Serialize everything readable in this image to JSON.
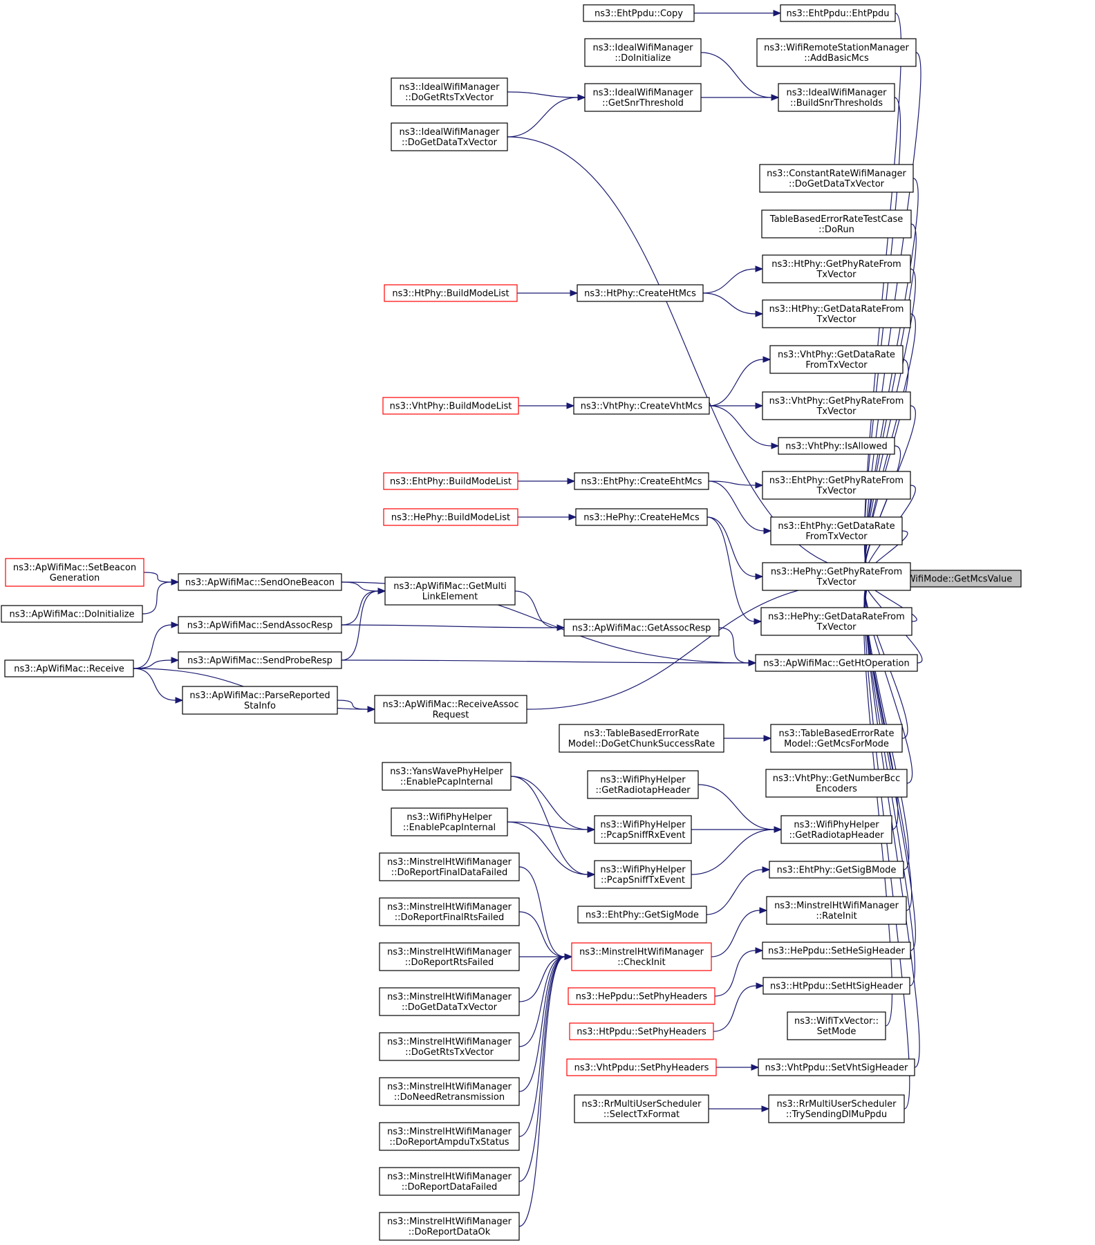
{
  "diagram": {
    "edge_color": "#191970",
    "root_fill": "#bfbfbf",
    "red_border": "#ff0000",
    "nodes": [
      {
        "id": "root",
        "lines": [
          "ns3::WifiMode::GetMcsValue"
        ],
        "style": "root"
      },
      {
        "id": "ehtppdu",
        "lines": [
          "ns3::EhtPpdu::EhtPpdu"
        ]
      },
      {
        "id": "ehtcopy",
        "lines": [
          "ns3::EhtPpdu::Copy"
        ]
      },
      {
        "id": "addbasic",
        "lines": [
          "ns3::WifiRemoteStationManager",
          "::AddBasicMcs"
        ]
      },
      {
        "id": "idoinit",
        "lines": [
          "ns3::IdealWifiManager",
          "::DoInitialize"
        ]
      },
      {
        "id": "ibuild",
        "lines": [
          "ns3::IdealWifiManager",
          "::BuildSnrThresholds"
        ]
      },
      {
        "id": "isnr",
        "lines": [
          "ns3::IdealWifiManager",
          "::GetSnrThreshold"
        ]
      },
      {
        "id": "irts",
        "lines": [
          "ns3::IdealWifiManager",
          "::DoGetRtsTxVector"
        ]
      },
      {
        "id": "idata",
        "lines": [
          "ns3::IdealWifiManager",
          "::DoGetDataTxVector"
        ]
      },
      {
        "id": "crdata",
        "lines": [
          "ns3::ConstantRateWifiManager",
          "::DoGetDataTxVector"
        ]
      },
      {
        "id": "tberun",
        "lines": [
          "TableBasedErrorRateTestCase",
          "::DoRun"
        ]
      },
      {
        "id": "htphyrate",
        "lines": [
          "ns3::HtPhy::GetPhyRateFrom",
          "TxVector"
        ]
      },
      {
        "id": "htcreate",
        "lines": [
          "ns3::HtPhy::CreateHtMcs"
        ]
      },
      {
        "id": "htbuild",
        "lines": [
          "ns3::HtPhy::BuildModeList"
        ],
        "style": "red"
      },
      {
        "id": "htdatarate",
        "lines": [
          "ns3::HtPhy::GetDataRateFrom",
          "TxVector"
        ]
      },
      {
        "id": "vhtdatarate",
        "lines": [
          "ns3::VhtPhy::GetDataRate",
          "FromTxVector"
        ]
      },
      {
        "id": "vhtcreate",
        "lines": [
          "ns3::VhtPhy::CreateVhtMcs"
        ]
      },
      {
        "id": "vhtbuild",
        "lines": [
          "ns3::VhtPhy::BuildModeList"
        ],
        "style": "red"
      },
      {
        "id": "vhtphyrate",
        "lines": [
          "ns3::VhtPhy::GetPhyRateFrom",
          "TxVector"
        ]
      },
      {
        "id": "vhtallowed",
        "lines": [
          "ns3::VhtPhy::IsAllowed"
        ]
      },
      {
        "id": "ehtbuild",
        "lines": [
          "ns3::EhtPhy::BuildModeList"
        ],
        "style": "red"
      },
      {
        "id": "ehtcreate",
        "lines": [
          "ns3::EhtPhy::CreateEhtMcs"
        ]
      },
      {
        "id": "ehtphyrate",
        "lines": [
          "ns3::EhtPhy::GetPhyRateFrom",
          "TxVector"
        ]
      },
      {
        "id": "hebuild",
        "lines": [
          "ns3::HePhy::BuildModeList"
        ],
        "style": "red"
      },
      {
        "id": "hecreate",
        "lines": [
          "ns3::HePhy::CreateHeMcs"
        ]
      },
      {
        "id": "ehtdatarate",
        "lines": [
          "ns3::EhtPhy::GetDataRate",
          "FromTxVector"
        ]
      },
      {
        "id": "hephyrate",
        "lines": [
          "ns3::HePhy::GetPhyRateFrom",
          "TxVector"
        ]
      },
      {
        "id": "hedatarate",
        "lines": [
          "ns3::HePhy::GetDataRateFrom",
          "TxVector"
        ]
      },
      {
        "id": "setbeacon",
        "lines": [
          "ns3::ApWifiMac::SetBeacon",
          "Generation"
        ],
        "style": "red"
      },
      {
        "id": "sendone",
        "lines": [
          "ns3::ApWifiMac::SendOneBeacon"
        ]
      },
      {
        "id": "apdoinit",
        "lines": [
          "ns3::ApWifiMac::DoInitialize"
        ]
      },
      {
        "id": "multilink",
        "lines": [
          "ns3::ApWifiMac::GetMulti",
          "LinkElement"
        ]
      },
      {
        "id": "sendassoc",
        "lines": [
          "ns3::ApWifiMac::SendAssocResp"
        ]
      },
      {
        "id": "getassoc",
        "lines": [
          "ns3::ApWifiMac::GetAssocResp"
        ]
      },
      {
        "id": "receive",
        "lines": [
          "ns3::ApWifiMac::Receive"
        ]
      },
      {
        "id": "sendprobe",
        "lines": [
          "ns3::ApWifiMac::SendProbeResp"
        ]
      },
      {
        "id": "htop",
        "lines": [
          "ns3::ApWifiMac::GetHtOperation"
        ]
      },
      {
        "id": "parse",
        "lines": [
          "ns3::ApWifiMac::ParseReported",
          "StaInfo"
        ]
      },
      {
        "id": "recvassoc",
        "lines": [
          "ns3::ApWifiMac::ReceiveAssoc",
          "Request"
        ]
      },
      {
        "id": "tbchunk",
        "lines": [
          "ns3::TableBasedErrorRate",
          "Model::DoGetChunkSuccessRate"
        ]
      },
      {
        "id": "tbmcs",
        "lines": [
          "ns3::TableBasedErrorRate",
          "Model::GetMcsForMode"
        ]
      },
      {
        "id": "yans",
        "lines": [
          "ns3::YansWavePhyHelper",
          "::EnablePcapInternal"
        ]
      },
      {
        "id": "wphradio1",
        "lines": [
          "ns3::WifiPhyHelper",
          "::GetRadiotapHeader"
        ]
      },
      {
        "id": "vhtbcc",
        "lines": [
          "ns3::VhtPhy::GetNumberBcc",
          "Encoders"
        ]
      },
      {
        "id": "wphpcap",
        "lines": [
          "ns3::WifiPhyHelper",
          "::EnablePcapInternal"
        ]
      },
      {
        "id": "rxevent",
        "lines": [
          "ns3::WifiPhyHelper",
          "::PcapSniffRxEvent"
        ]
      },
      {
        "id": "wphradio2",
        "lines": [
          "ns3::WifiPhyHelper",
          "::GetRadiotapHeader"
        ]
      },
      {
        "id": "txevent",
        "lines": [
          "ns3::WifiPhyHelper",
          "::PcapSniffTxEvent"
        ]
      },
      {
        "id": "mfinaldata",
        "lines": [
          "ns3::MinstrelHtWifiManager",
          "::DoReportFinalDataFailed"
        ]
      },
      {
        "id": "ehtsigb",
        "lines": [
          "ns3::EhtPhy::GetSigBMode"
        ]
      },
      {
        "id": "ehtsig",
        "lines": [
          "ns3::EhtPhy::GetSigMode"
        ]
      },
      {
        "id": "mfinalrts",
        "lines": [
          "ns3::MinstrelHtWifiManager",
          "::DoReportFinalRtsFailed"
        ]
      },
      {
        "id": "mrateinit",
        "lines": [
          "ns3::MinstrelHtWifiManager",
          "::RateInit"
        ]
      },
      {
        "id": "mrtsfailed",
        "lines": [
          "ns3::MinstrelHtWifiManager",
          "::DoReportRtsFailed"
        ]
      },
      {
        "id": "mcheck",
        "lines": [
          "ns3::MinstrelHtWifiManager",
          "::CheckInit"
        ],
        "style": "red"
      },
      {
        "id": "hesighdr",
        "lines": [
          "ns3::HePpdu::SetHeSigHeader"
        ]
      },
      {
        "id": "mdata",
        "lines": [
          "ns3::MinstrelHtWifiManager",
          "::DoGetDataTxVector"
        ]
      },
      {
        "id": "hephyhdrs",
        "lines": [
          "ns3::HePpdu::SetPhyHeaders"
        ],
        "style": "red"
      },
      {
        "id": "htsighdr",
        "lines": [
          "ns3::HtPpdu::SetHtSigHeader"
        ]
      },
      {
        "id": "mrts",
        "lines": [
          "ns3::MinstrelHtWifiManager",
          "::DoGetRtsTxVector"
        ]
      },
      {
        "id": "htphyhdrs",
        "lines": [
          "ns3::HtPpdu::SetPhyHeaders"
        ],
        "style": "red"
      },
      {
        "id": "txvecset",
        "lines": [
          "ns3::WifiTxVector::",
          "SetMode"
        ]
      },
      {
        "id": "mretrans",
        "lines": [
          "ns3::MinstrelHtWifiManager",
          "::DoNeedRetransmission"
        ]
      },
      {
        "id": "vhtphyhdrs",
        "lines": [
          "ns3::VhtPpdu::SetPhyHeaders"
        ],
        "style": "red"
      },
      {
        "id": "vhtsighdr",
        "lines": [
          "ns3::VhtPpdu::SetVhtSigHeader"
        ]
      },
      {
        "id": "rrselect",
        "lines": [
          "ns3::RrMultiUserScheduler",
          "::SelectTxFormat"
        ]
      },
      {
        "id": "rrtry",
        "lines": [
          "ns3::RrMultiUserScheduler",
          "::TrySendingDlMuPpdu"
        ]
      },
      {
        "id": "mampdu",
        "lines": [
          "ns3::MinstrelHtWifiManager",
          "::DoReportAmpduTxStatus"
        ]
      },
      {
        "id": "mdatafailed",
        "lines": [
          "ns3::MinstrelHtWifiManager",
          "::DoReportDataFailed"
        ]
      },
      {
        "id": "mdataok",
        "lines": [
          "ns3::MinstrelHtWifiManager",
          "::DoReportDataOk"
        ]
      }
    ],
    "edges": [
      {
        "from": "ehtcopy",
        "to": "ehtppdu"
      },
      {
        "from": "ehtppdu",
        "to": "root"
      },
      {
        "from": "addbasic",
        "to": "root"
      },
      {
        "from": "idoinit",
        "to": "ibuild"
      },
      {
        "from": "isnr",
        "to": "ibuild"
      },
      {
        "from": "ibuild",
        "to": "root"
      },
      {
        "from": "irts",
        "to": "isnr"
      },
      {
        "from": "idata",
        "to": "isnr"
      },
      {
        "from": "idata",
        "to": "root"
      },
      {
        "from": "crdata",
        "to": "root"
      },
      {
        "from": "tberun",
        "to": "root"
      },
      {
        "from": "htcreate",
        "to": "htphyrate"
      },
      {
        "from": "htcreate",
        "to": "htdatarate"
      },
      {
        "from": "htbuild",
        "to": "htcreate"
      },
      {
        "from": "htphyrate",
        "to": "root"
      },
      {
        "from": "htdatarate",
        "to": "root"
      },
      {
        "from": "vhtcreate",
        "to": "vhtdatarate"
      },
      {
        "from": "vhtcreate",
        "to": "vhtphyrate"
      },
      {
        "from": "vhtcreate",
        "to": "vhtallowed"
      },
      {
        "from": "vhtbuild",
        "to": "vhtcreate"
      },
      {
        "from": "vhtdatarate",
        "to": "root"
      },
      {
        "from": "vhtphyrate",
        "to": "root"
      },
      {
        "from": "vhtallowed",
        "to": "root"
      },
      {
        "from": "ehtbuild",
        "to": "ehtcreate"
      },
      {
        "from": "ehtcreate",
        "to": "ehtphyrate"
      },
      {
        "from": "ehtcreate",
        "to": "ehtdatarate"
      },
      {
        "from": "hebuild",
        "to": "hecreate"
      },
      {
        "from": "hecreate",
        "to": "hephyrate"
      },
      {
        "from": "hecreate",
        "to": "hedatarate"
      },
      {
        "from": "ehtphyrate",
        "to": "root"
      },
      {
        "from": "ehtdatarate",
        "to": "root"
      },
      {
        "from": "hephyrate",
        "to": "root"
      },
      {
        "from": "hedatarate",
        "to": "root"
      },
      {
        "from": "setbeacon",
        "to": "sendone"
      },
      {
        "from": "apdoinit",
        "to": "sendone"
      },
      {
        "from": "sendone",
        "to": "multilink"
      },
      {
        "from": "sendone",
        "to": "htop"
      },
      {
        "from": "sendassoc",
        "to": "multilink"
      },
      {
        "from": "sendprobe",
        "to": "multilink"
      },
      {
        "from": "multilink",
        "to": "getassoc"
      },
      {
        "from": "sendassoc",
        "to": "getassoc"
      },
      {
        "from": "getassoc",
        "to": "htop"
      },
      {
        "from": "receive",
        "to": "sendassoc"
      },
      {
        "from": "receive",
        "to": "sendprobe"
      },
      {
        "from": "receive",
        "to": "parse"
      },
      {
        "from": "receive",
        "to": "recvassoc"
      },
      {
        "from": "sendprobe",
        "to": "htop"
      },
      {
        "from": "parse",
        "to": "recvassoc"
      },
      {
        "from": "htop",
        "to": "root"
      },
      {
        "from": "recvassoc",
        "to": "root"
      },
      {
        "from": "tbchunk",
        "to": "tbmcs"
      },
      {
        "from": "tbmcs",
        "to": "root"
      },
      {
        "from": "vhtbcc",
        "to": "root"
      },
      {
        "from": "yans",
        "to": "rxevent"
      },
      {
        "from": "yans",
        "to": "txevent"
      },
      {
        "from": "wphpcap",
        "to": "rxevent"
      },
      {
        "from": "wphpcap",
        "to": "txevent"
      },
      {
        "from": "wphradio1",
        "to": "wphradio2"
      },
      {
        "from": "rxevent",
        "to": "wphradio2"
      },
      {
        "from": "txevent",
        "to": "wphradio2"
      },
      {
        "from": "wphradio2",
        "to": "root"
      },
      {
        "from": "ehtsig",
        "to": "ehtsigb"
      },
      {
        "from": "ehtsigb",
        "to": "root"
      },
      {
        "from": "mcheck",
        "to": "mrateinit"
      },
      {
        "from": "mrateinit",
        "to": "root"
      },
      {
        "from": "mfinaldata",
        "to": "mcheck"
      },
      {
        "from": "mfinalrts",
        "to": "mcheck"
      },
      {
        "from": "mrtsfailed",
        "to": "mcheck"
      },
      {
        "from": "mdata",
        "to": "mcheck"
      },
      {
        "from": "mrts",
        "to": "mcheck"
      },
      {
        "from": "mretrans",
        "to": "mcheck"
      },
      {
        "from": "mampdu",
        "to": "mcheck"
      },
      {
        "from": "mdatafailed",
        "to": "mcheck"
      },
      {
        "from": "mdataok",
        "to": "mcheck"
      },
      {
        "from": "hephyhdrs",
        "to": "hesighdr"
      },
      {
        "from": "hesighdr",
        "to": "root"
      },
      {
        "from": "htphyhdrs",
        "to": "htsighdr"
      },
      {
        "from": "htsighdr",
        "to": "root"
      },
      {
        "from": "txvecset",
        "to": "root"
      },
      {
        "from": "vhtphyhdrs",
        "to": "vhtsighdr"
      },
      {
        "from": "vhtsighdr",
        "to": "root"
      },
      {
        "from": "rrselect",
        "to": "rrtry"
      },
      {
        "from": "rrtry",
        "to": "root"
      }
    ]
  }
}
